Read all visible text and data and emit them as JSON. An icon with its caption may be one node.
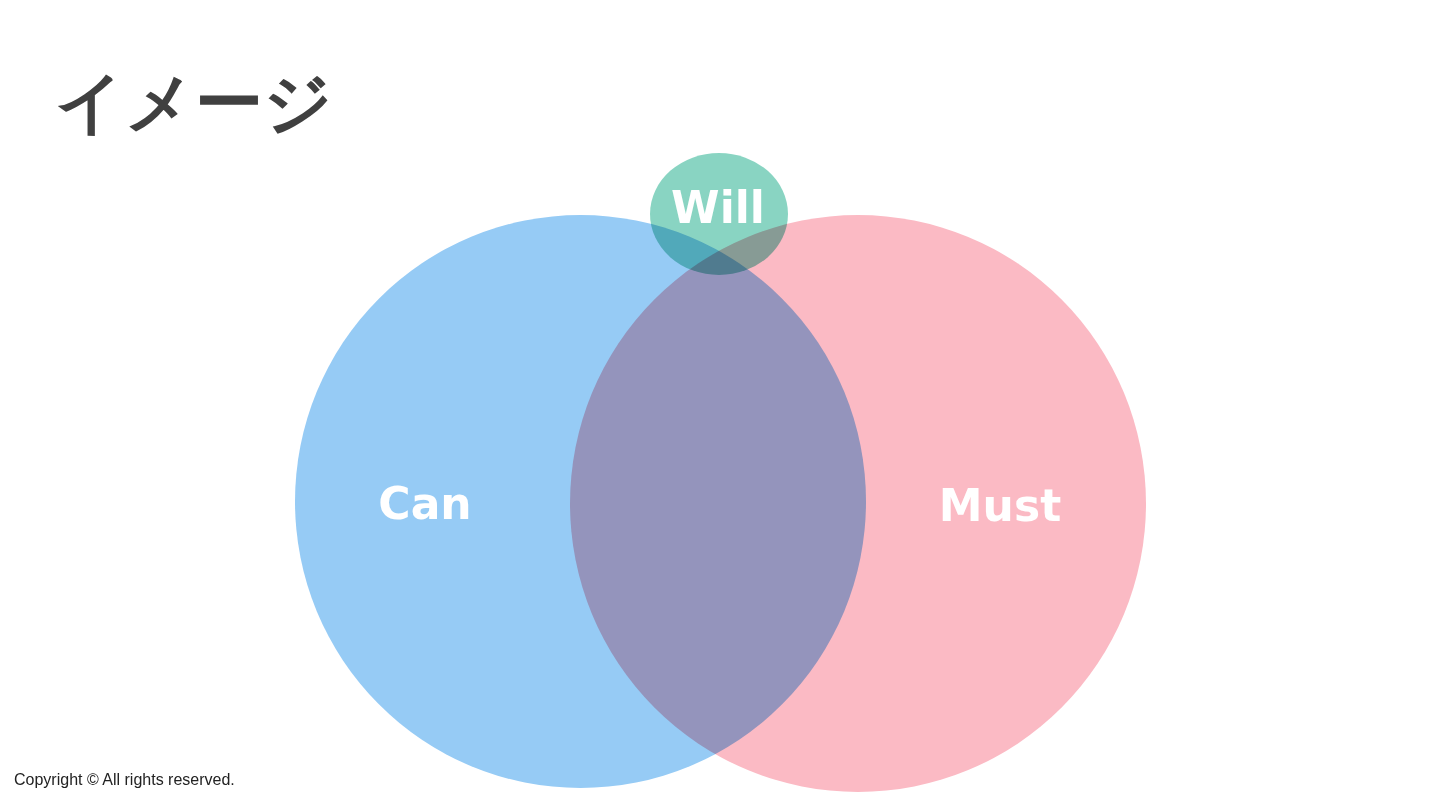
{
  "diagram": {
    "title": "イメージ",
    "nodes": [
      {
        "text": [
          "Can"
        ]
      },
      {
        "text": [
          "Must"
        ]
      },
      {
        "text": [
          "Will"
        ]
      }
    ],
    "labels": [
      "Copyright © All rights reserved."
    ]
  }
}
